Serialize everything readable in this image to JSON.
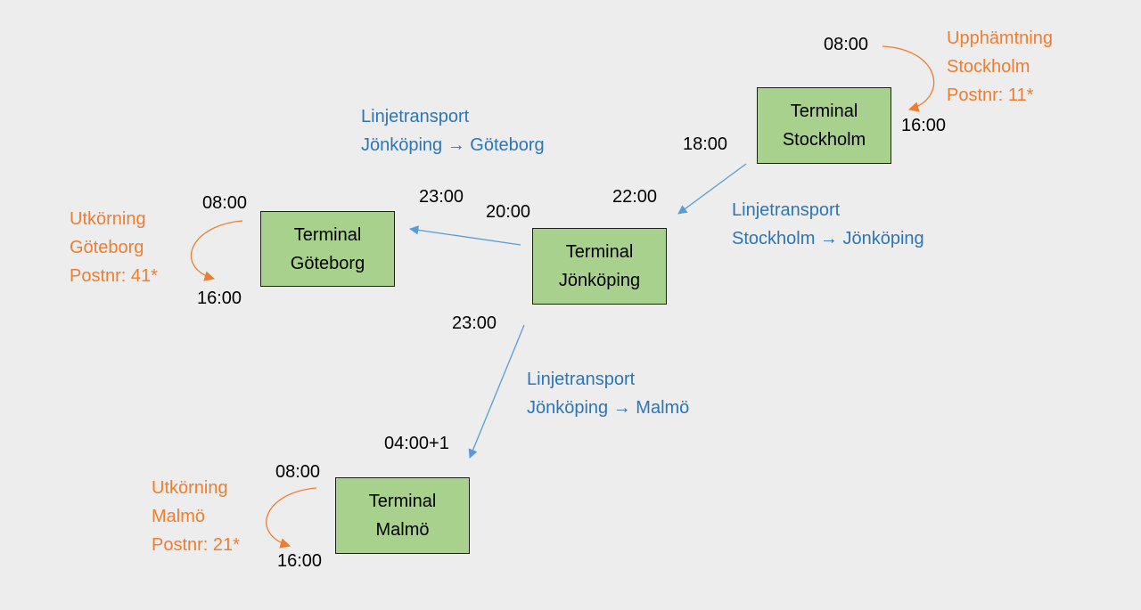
{
  "colors": {
    "background": "#ededed",
    "terminal_fill": "#a9d18e",
    "linehaul": "#5b9bd5",
    "linehaul_text": "#2e75b6",
    "local": "#ed7d31"
  },
  "terminals": {
    "stockholm": [
      "Terminal",
      "Stockholm"
    ],
    "goteborg": [
      "Terminal",
      "Göteborg"
    ],
    "jonkoping": [
      "Terminal",
      "Jönköping"
    ],
    "malmo": [
      "Terminal",
      "Malmö"
    ]
  },
  "linehaul": {
    "sthlm_jkpg": [
      "Linjetransport",
      "Stockholm → Jönköping"
    ],
    "jkpg_gbg": [
      "Linjetransport",
      "Jönköping → Göteborg"
    ],
    "jkpg_malmo": [
      "Linjetransport",
      "Jönköping → Malmö"
    ]
  },
  "local": {
    "pickup_stockholm": [
      "Upphämtning",
      "Stockholm",
      "Postnr: 11*"
    ],
    "delivery_goteborg": [
      "Utkörning",
      "Göteborg",
      "Postnr: 41*"
    ],
    "delivery_malmo": [
      "Utkörning",
      "Malmö",
      "Postnr: 21*"
    ]
  },
  "times": {
    "sthlm_pickup_start": "08:00",
    "sthlm_pickup_end": "16:00",
    "sthlm_depart": "18:00",
    "jkpg_arrive_from_sthlm": "22:00",
    "jkpg_depart_gbg": "20:00",
    "gbg_arrive": "23:00",
    "jkpg_depart_malmo": "23:00",
    "malmo_arrive": "04:00+1",
    "gbg_delivery_start": "08:00",
    "gbg_delivery_end": "16:00",
    "malmo_delivery_start": "08:00",
    "malmo_delivery_end": "16:00"
  }
}
